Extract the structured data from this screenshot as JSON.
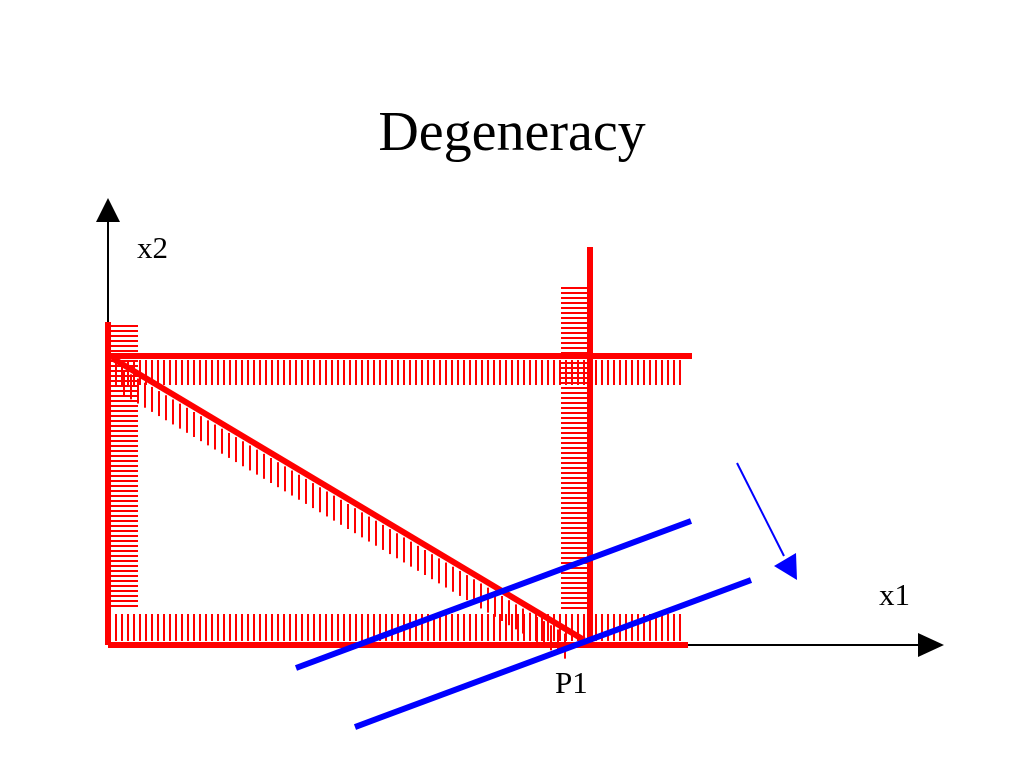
{
  "slide": {
    "title": "Degeneracy",
    "labels": {
      "x_axis": "x1",
      "y_axis": "x2",
      "point": "P1"
    }
  },
  "colors": {
    "constraint": "#ff0000",
    "objective": "#0000ff",
    "axis": "#000000",
    "background": "#ffffff"
  }
}
